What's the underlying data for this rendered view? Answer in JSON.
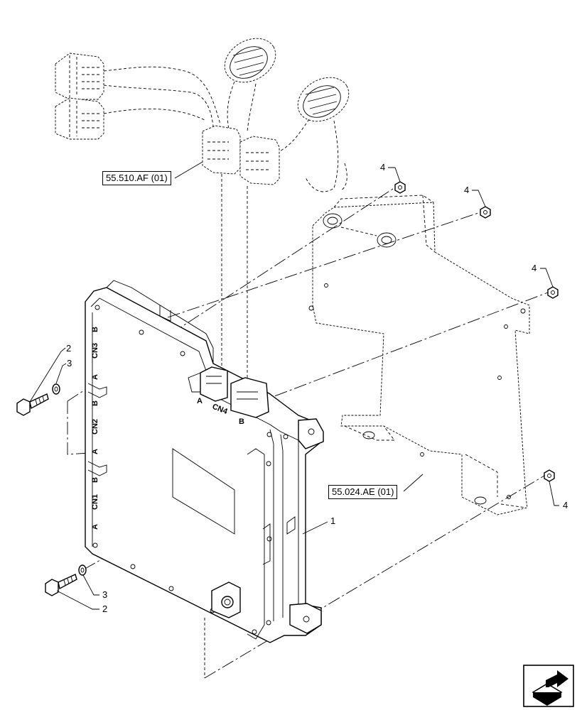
{
  "references": {
    "harness": "55.510.AF (01)",
    "bracket": "55.024.AE (01)"
  },
  "callouts": {
    "ecu": "1",
    "bolt_top": "2",
    "washer_top": "3",
    "bolt_bottom": "2",
    "washer_bottom": "3",
    "nut_1": "4",
    "nut_2": "4",
    "nut_3": "4",
    "nut_4": "4"
  },
  "connector_labels": {
    "cn3": "CN3",
    "cn2": "CN2",
    "cn1": "CN1",
    "cn4": "CN4",
    "cn3_a": "A",
    "cn3_b": "B",
    "cn2_a": "A",
    "cn2_b": "B",
    "cn1_a": "A",
    "cn1_b": "B",
    "cn4_a": "A",
    "cn4_b": "B"
  },
  "nav_icon": "next-page-arrow-icon"
}
